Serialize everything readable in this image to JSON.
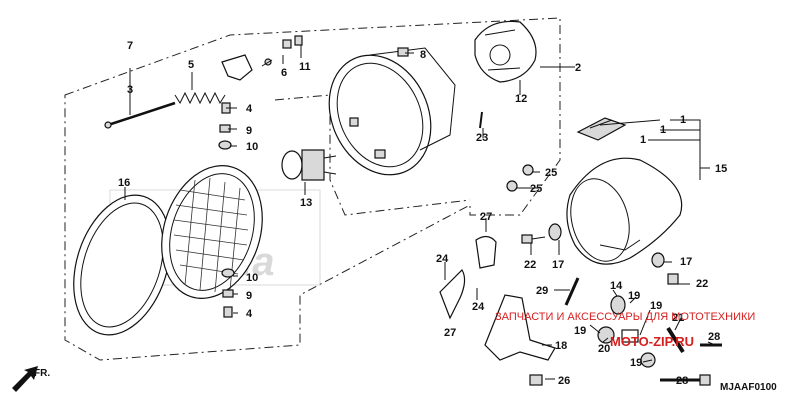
{
  "diagram_code": "MJAAF0100",
  "direction_label": "FR.",
  "watermark": {
    "brand": "Honda",
    "site": "MOTO-ZIP.RU",
    "tagline": "ЗАПЧАСТИ И АКСЕССУАРЫ ДЛЯ МОТОТЕХНИКИ"
  },
  "callouts": [
    "1",
    "1",
    "1",
    "2",
    "3",
    "4",
    "4",
    "5",
    "6",
    "7",
    "8",
    "9",
    "9",
    "10",
    "10",
    "11",
    "12",
    "13",
    "14",
    "15",
    "16",
    "17",
    "17",
    "18",
    "19",
    "19",
    "19",
    "19",
    "20",
    "21",
    "22",
    "22",
    "23",
    "24",
    "24",
    "25",
    "25",
    "26",
    "27",
    "27",
    "28",
    "28",
    "29"
  ]
}
